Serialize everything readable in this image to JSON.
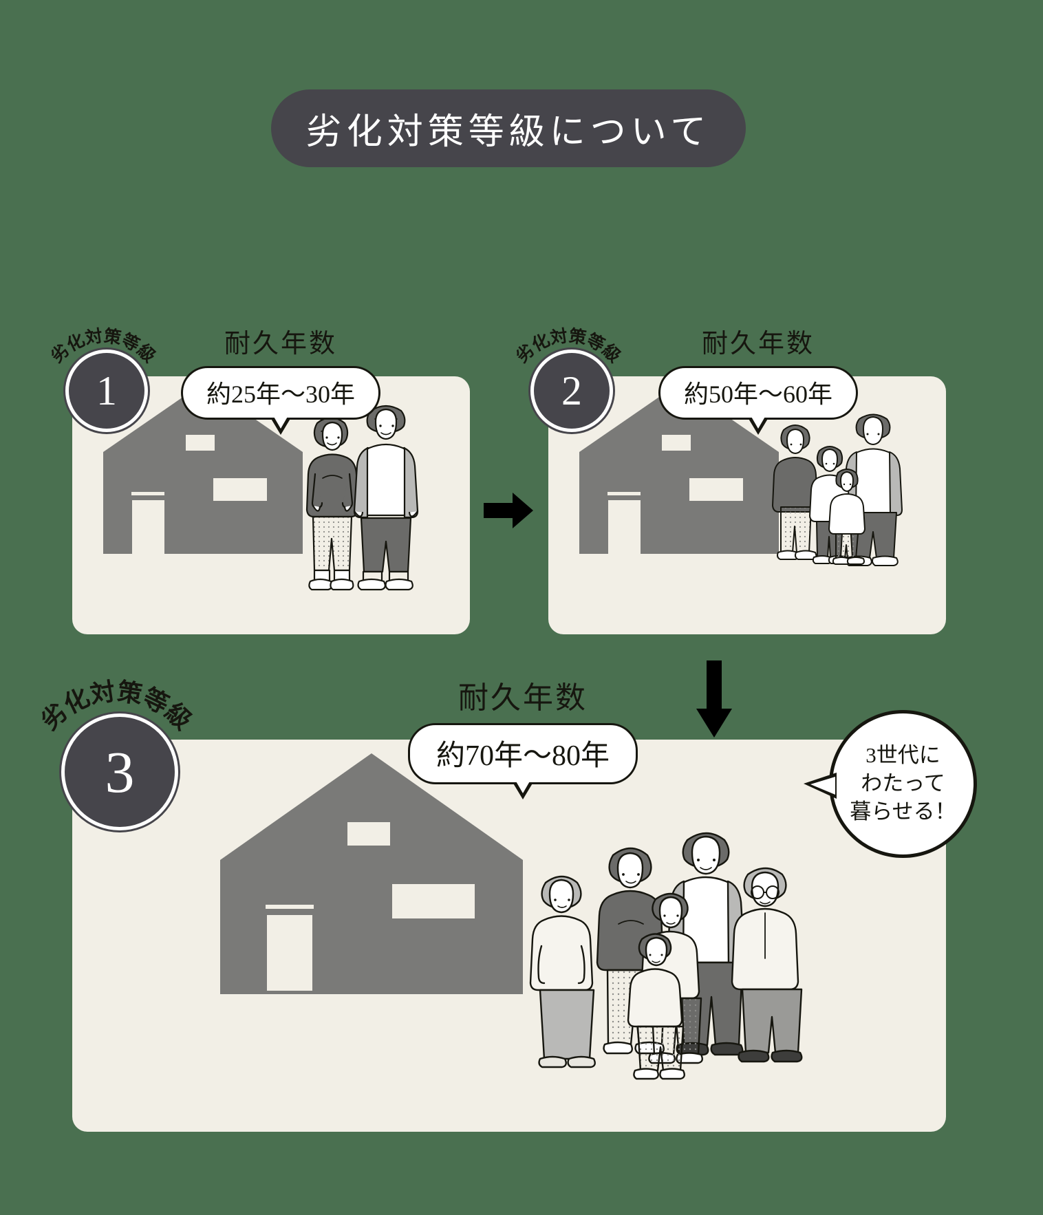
{
  "page": {
    "background_color": "#4a7050",
    "card_color": "#f2efe6",
    "ink_color": "#16160f",
    "badge_color": "#46454b",
    "house_color": "#7a7a78"
  },
  "header": {
    "title": "劣化対策等級について"
  },
  "grades": [
    {
      "arc_label": "劣化対策等級",
      "number": "1",
      "duration_label": "耐久年数",
      "duration_value": "約25年～30年",
      "people": "couple-2-people"
    },
    {
      "arc_label": "劣化対策等級",
      "number": "2",
      "duration_label": "耐久年数",
      "duration_value": "約50年～60年",
      "people": "family-4-people"
    },
    {
      "arc_label": "劣化対策等級",
      "number": "3",
      "duration_label": "耐久年数",
      "duration_value": "約70年～80年",
      "people": "three-generation-6-people"
    }
  ],
  "callout": {
    "line1": "3世代に",
    "line2": "わたって",
    "line3": "暮らせる！"
  },
  "flow": {
    "arrow_right": "arrow-right-icon",
    "arrow_down": "arrow-down-icon"
  }
}
